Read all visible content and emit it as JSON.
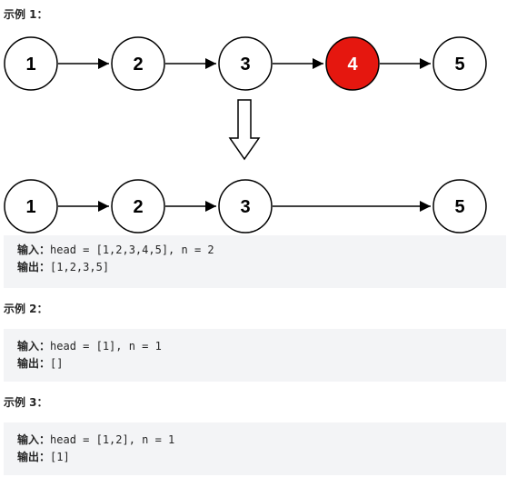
{
  "examples": [
    {
      "title": "示例 1：",
      "diagram": {
        "before_nodes": [
          "1",
          "2",
          "3",
          "4",
          "5"
        ],
        "removed_node": "4",
        "after_nodes": [
          "1",
          "2",
          "3",
          "5"
        ]
      },
      "input_key": "输入：",
      "input_value": "head = [1,2,3,4,5], n = 2",
      "output_key": "输出：",
      "output_value": "[1,2,3,5]"
    },
    {
      "title": "示例 2：",
      "input_key": "输入：",
      "input_value": "head = [1], n = 1",
      "output_key": "输出：",
      "output_value": "[]"
    },
    {
      "title": "示例 3：",
      "input_key": "输入：",
      "input_value": "head = [1,2], n = 1",
      "output_key": "输出：",
      "output_value": "[1]"
    }
  ],
  "colors": {
    "removed_fill": "#e5170f",
    "node_fill": "#ffffff",
    "stroke": "#000000",
    "code_bg": "#f3f4f6"
  }
}
